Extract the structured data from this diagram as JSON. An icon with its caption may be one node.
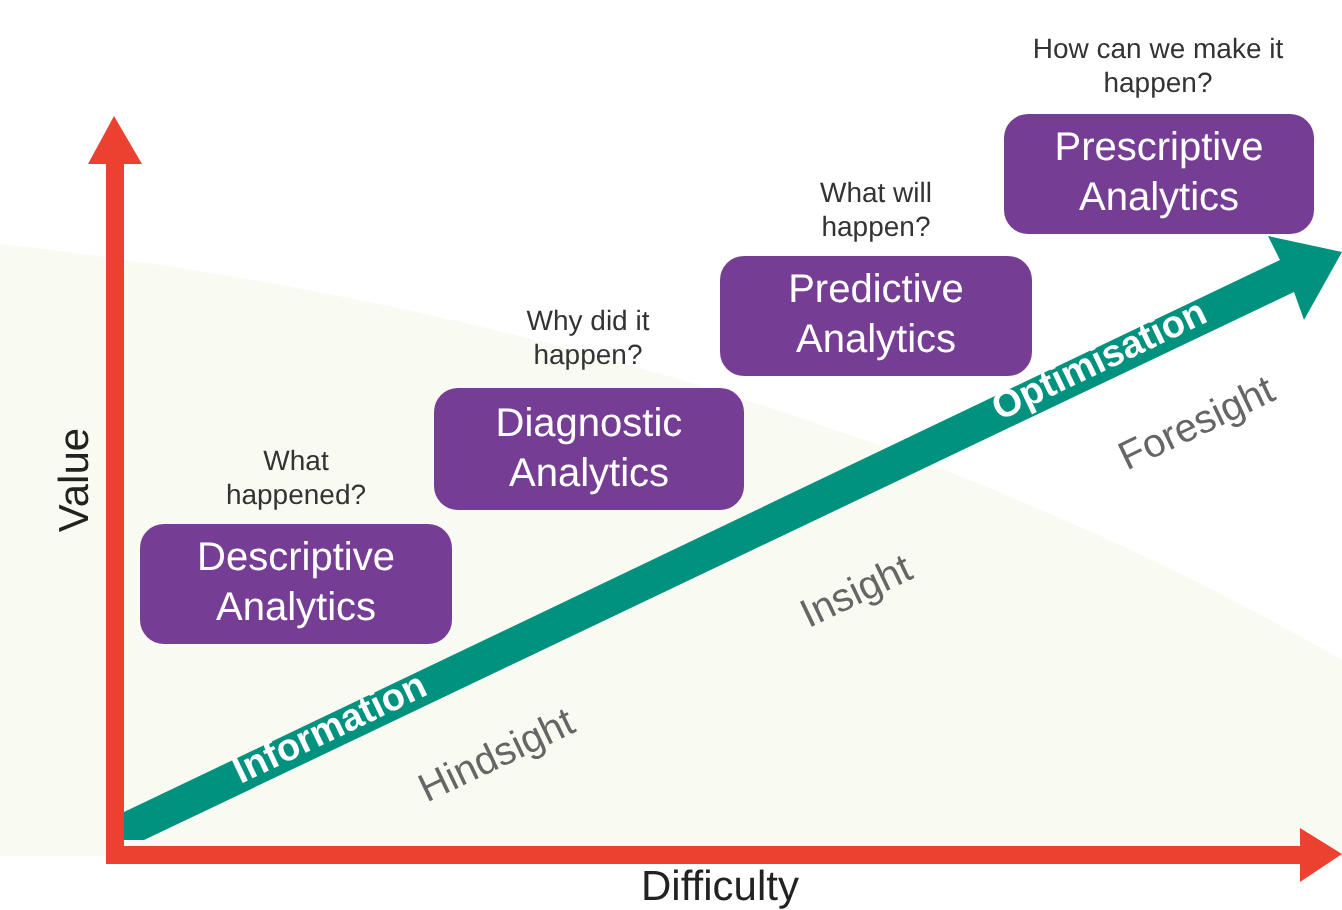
{
  "diagram": {
    "nodes": [
      {
        "text": [
          "Descriptive Analytics"
        ],
        "beside": [
          "What happened?"
        ]
      },
      {
        "text": [
          "Diagnostic Analytics"
        ],
        "beside": [
          "Why did it happen?"
        ]
      },
      {
        "text": [
          "Predictive Analytics"
        ],
        "beside": [
          "What will happen?"
        ]
      },
      {
        "text": [
          "Prescriptive Analytics"
        ],
        "beside": [
          "How can we make it happen?"
        ]
      }
    ],
    "labels": [
      "Value",
      "Difficulty",
      "Information",
      "Optimisation",
      "Hindsight",
      "Insight",
      "Foresight"
    ]
  }
}
